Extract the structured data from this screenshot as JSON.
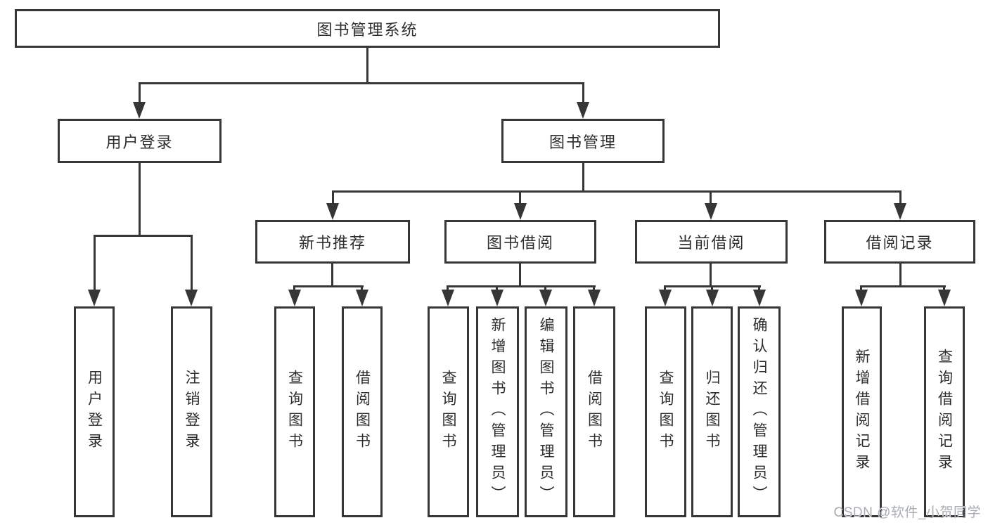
{
  "diagram": {
    "root": "图书管理系统",
    "branches": [
      {
        "label": "用户登录",
        "children": [
          "用户登录",
          "注销登录"
        ]
      },
      {
        "label": "图书管理",
        "groups": [
          {
            "label": "新书推荐",
            "children": [
              "查询图书",
              "借阅图书"
            ]
          },
          {
            "label": "图书借阅",
            "children": [
              "查询图书",
              "新增图书（管理员）",
              "编辑图书（管理员）",
              "借阅图书"
            ]
          },
          {
            "label": "当前借阅",
            "children": [
              "查询图书",
              "归还图书",
              "确认归还（管理员）"
            ]
          },
          {
            "label": "借阅记录",
            "children": [
              "新增借阅记录",
              "查询借阅记录"
            ]
          }
        ]
      }
    ]
  },
  "watermark": "CSDN @软件_小贺同学",
  "colors": {
    "line": "#363636",
    "box_border": "#363636",
    "box_bg": "#ffffff",
    "text": "#2d2d2d",
    "watermark": "#a9adb2"
  }
}
